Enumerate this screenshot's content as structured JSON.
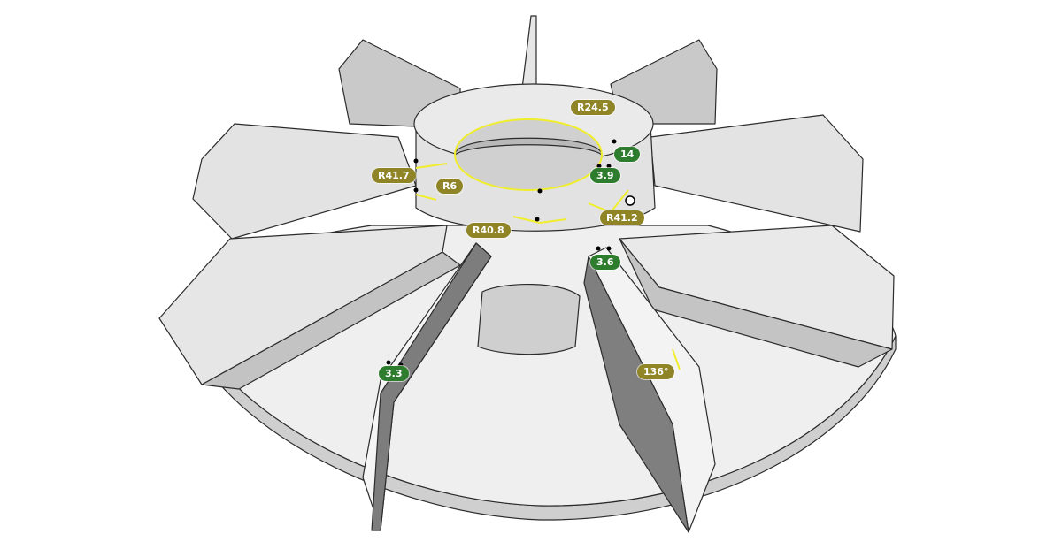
{
  "colors": {
    "annotation_line": "#f0ee2c",
    "radius_badge": "#8f8527",
    "thickness_badge": "#2e7d2e",
    "face_light": "#f4f4f4",
    "face_mid": "#d9d9d9",
    "face_dark": "#8a8a8a",
    "edge": "#2b2b2b"
  },
  "annotations": {
    "r24_5": "R24.5",
    "t14": "14",
    "t3_9": "3.9",
    "r41_7": "R41.7",
    "r6": "R6",
    "r41_2": "R41.2",
    "r40_8": "R40.8",
    "t3_6": "3.6",
    "t3_3": "3.3",
    "angle136": "136°"
  }
}
